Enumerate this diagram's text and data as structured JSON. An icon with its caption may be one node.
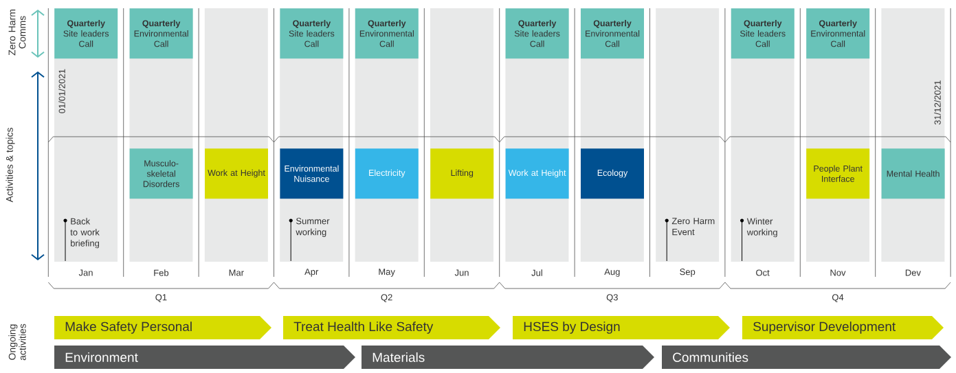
{
  "diagram": {
    "nodes": [
      {
        "text": [
          "Quarterly",
          "Site leaders Call"
        ]
      },
      {
        "text": [
          "Quarterly",
          "Environmental Call"
        ]
      },
      {
        "text": [
          "Quarterly",
          "Site leaders Call"
        ]
      },
      {
        "text": [
          "Quarterly",
          "Environmental Call"
        ]
      },
      {
        "text": [
          "Quarterly",
          "Site leaders Call"
        ]
      },
      {
        "text": [
          "Quarterly",
          "Environmental Call"
        ]
      },
      {
        "text": [
          "Quarterly",
          "Site leaders Call"
        ]
      },
      {
        "text": [
          "Quarterly",
          "Environmental Call"
        ]
      },
      {
        "text": [
          "Musculo-skeletal Disorders"
        ]
      },
      {
        "text": [
          "Work at Height"
        ]
      },
      {
        "text": [
          "Environmental Nuisance"
        ]
      },
      {
        "text": [
          "Electricity"
        ]
      },
      {
        "text": [
          "Lifting"
        ]
      },
      {
        "text": [
          "Work at Height"
        ]
      },
      {
        "text": [
          "Ecology"
        ]
      },
      {
        "text": [
          "People Plant Interface"
        ]
      },
      {
        "text": [
          "Mental Health"
        ]
      },
      {
        "text": [
          "Make Safety Personal"
        ]
      },
      {
        "text": [
          "Treat Health Like Safety"
        ]
      },
      {
        "text": [
          "HSES by Design"
        ]
      },
      {
        "text": [
          "Supervisor Development"
        ]
      },
      {
        "text": [
          "Environment"
        ]
      },
      {
        "text": [
          "Materials"
        ]
      },
      {
        "text": [
          "Communities"
        ]
      }
    ],
    "edges": [],
    "labels": [
      "Zero Harm Comms",
      "01/01/2021",
      "31/12/2021",
      "Activities & topics",
      "Back to work briefing",
      "Summer working",
      "Zero Harm Event",
      "Winter working",
      "Jan",
      "Feb",
      "Mar",
      "Apr",
      "May",
      "Jun",
      "Jul",
      "Aug",
      "Sep",
      "Oct",
      "Nov",
      "Dev",
      "Q1",
      "Q2",
      "Q3",
      "Q4",
      "Ongoing activities"
    ]
  }
}
